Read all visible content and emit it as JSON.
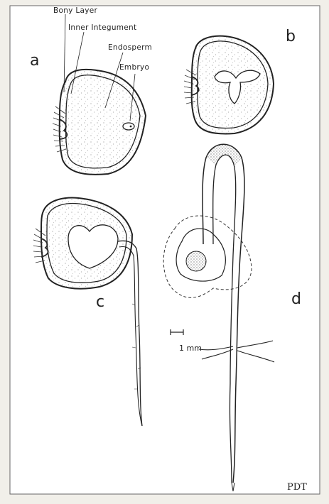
{
  "panel_labels": {
    "a": "a",
    "b": "b",
    "c": "c",
    "d": "d"
  },
  "callouts": {
    "bony_layer": "Bony Layer",
    "inner_integument": "Inner Integument",
    "endosperm": "Endosperm",
    "embryo": "Embryo"
  },
  "scale_bar": {
    "label": "1 mm"
  },
  "signature": "PDT",
  "colors": {
    "ink": "#222222",
    "paper": "#f1efe9",
    "frame": "#ffffff"
  }
}
